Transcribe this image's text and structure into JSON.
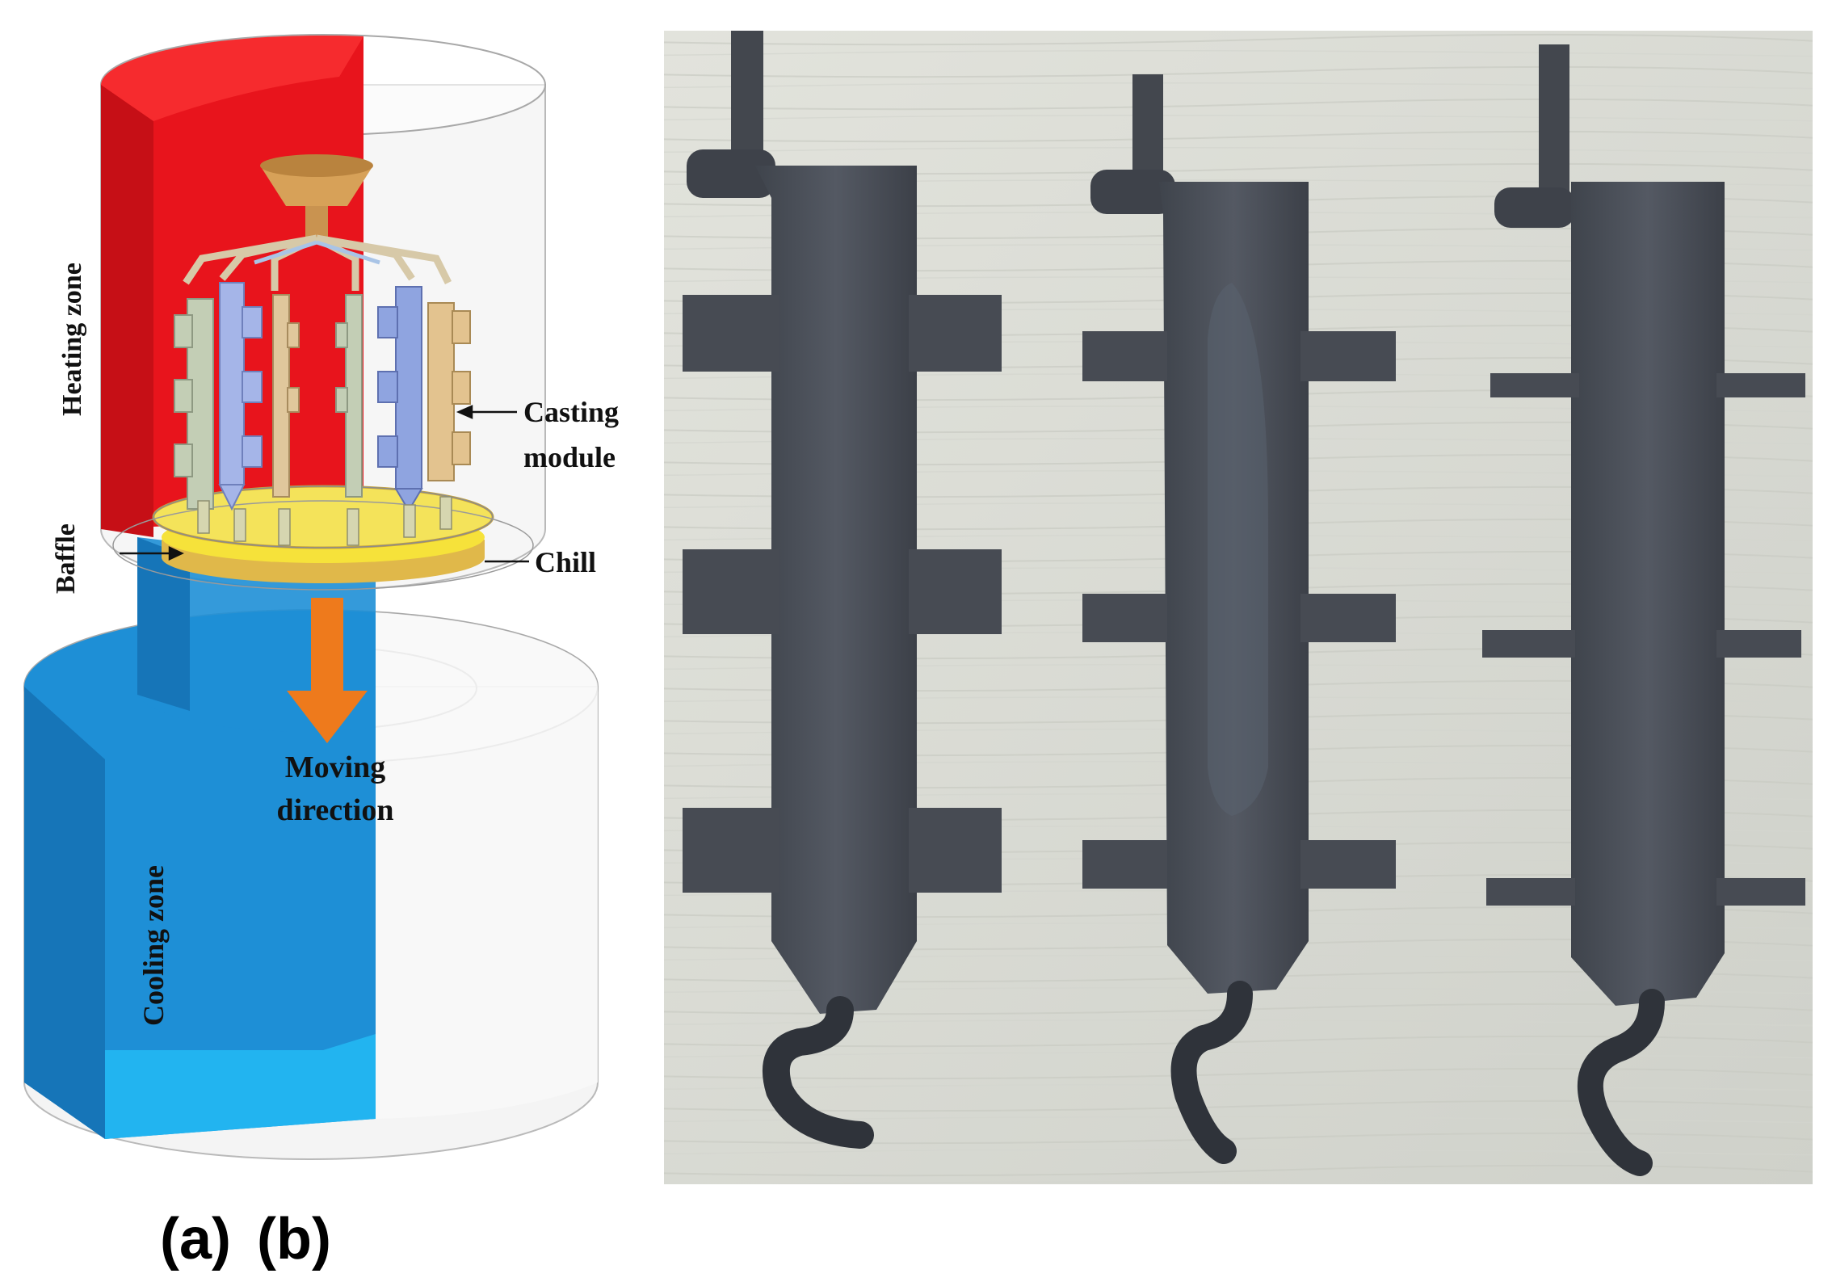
{
  "panel_a": {
    "labels": {
      "heating_zone": "Heating zone",
      "casting_module_line1": "Casting",
      "casting_module_line2": "module",
      "baffle": "Baffle",
      "chill": "Chill",
      "moving_direction_line1": "Moving",
      "moving_direction_line2": "direction",
      "cooling_zone": "Cooling zone"
    },
    "colors": {
      "heating": "#e8141c",
      "heating_dark": "#c60f16",
      "cooling": "#1e8fd6",
      "cooling_light": "#22b4f0",
      "chill": "#f6e23a",
      "arrow": "#ee7a1c",
      "cup": "#d7a158"
    }
  },
  "panel_b": {
    "photo_background": "#d9dbd4",
    "casting_color": "#4a4f57"
  },
  "captions": {
    "a": "(a)",
    "b": "(b)"
  }
}
